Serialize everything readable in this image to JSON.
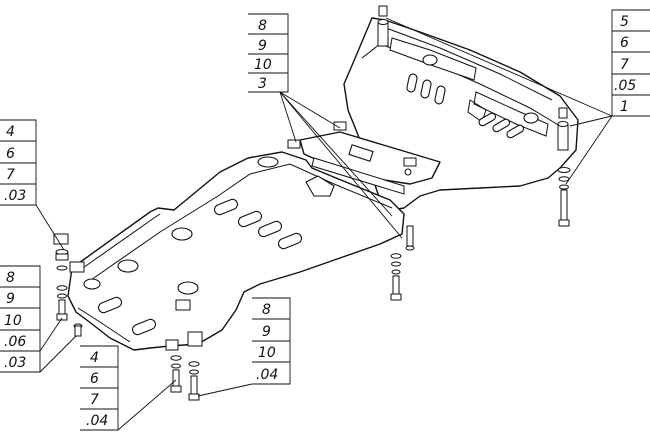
{
  "callouts": [
    {
      "id": "top-center",
      "labels": [
        "8",
        "9",
        "10",
        "3"
      ]
    },
    {
      "id": "top-right",
      "labels": [
        "5",
        "6",
        "7",
        ".05",
        "1"
      ]
    },
    {
      "id": "left-upper",
      "labels": [
        "4",
        "6",
        "7",
        ".03"
      ]
    },
    {
      "id": "left-lower",
      "labels": [
        "8",
        "9",
        "10",
        ".06",
        ".03"
      ]
    },
    {
      "id": "bottom-center",
      "labels": [
        "8",
        "9",
        "10",
        ".04"
      ]
    },
    {
      "id": "bottom-left",
      "labels": [
        "4",
        "6",
        "7",
        ".04"
      ]
    }
  ]
}
